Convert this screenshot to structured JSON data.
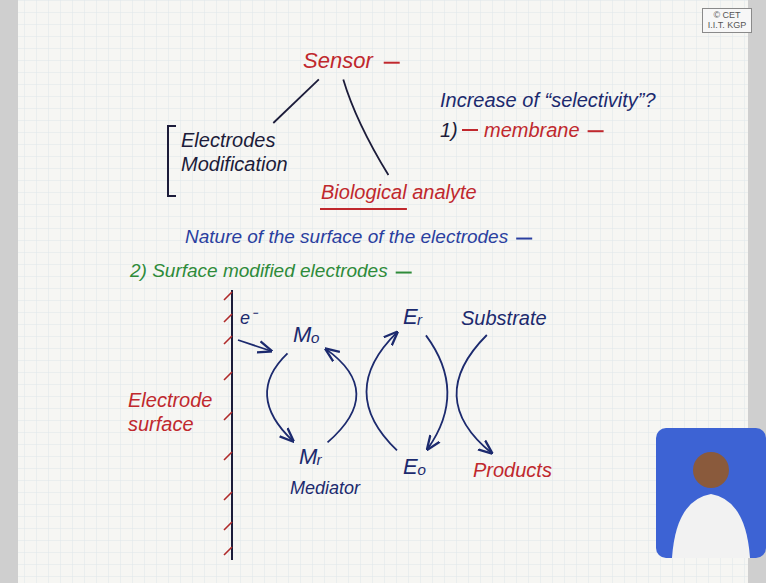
{
  "diagram": {
    "nodes": [
      {
        "text": [
          "© CET I.I.T. KGP"
        ]
      },
      {
        "text": [
          "Sensor"
        ]
      },
      {
        "text": [
          "Electrodes Modification"
        ]
      },
      {
        "text": [
          "Biological analyte"
        ]
      },
      {
        "text": [
          "Mₒ"
        ]
      },
      {
        "text": [
          "Mᵣ"
        ]
      },
      {
        "text": [
          "Eᵣ"
        ]
      },
      {
        "text": [
          "Eₒ"
        ]
      },
      {
        "text": [
          "Substrate"
        ]
      },
      {
        "text": [
          "Products"
        ]
      }
    ],
    "edges": [
      {
        "from": 1,
        "to": 2,
        "arrow": "none"
      },
      {
        "from": 1,
        "to": 3,
        "arrow": "none"
      },
      {
        "from": 4,
        "to": 5,
        "arrow": "to"
      },
      {
        "from": 5,
        "to": 4,
        "arrow": "to"
      },
      {
        "from": 7,
        "to": 6,
        "arrow": "to"
      },
      {
        "from": 6,
        "to": 7,
        "arrow": "to"
      },
      {
        "from": 8,
        "to": 9,
        "arrow": "to"
      }
    ],
    "labels": [
      "Increase of “selectivity”?",
      "1)",
      "membrane",
      "Nature of the surface of the electrodes",
      "2) Surface modified electrodes",
      "Electrode surface",
      "e⁻",
      "Mediator"
    ]
  }
}
